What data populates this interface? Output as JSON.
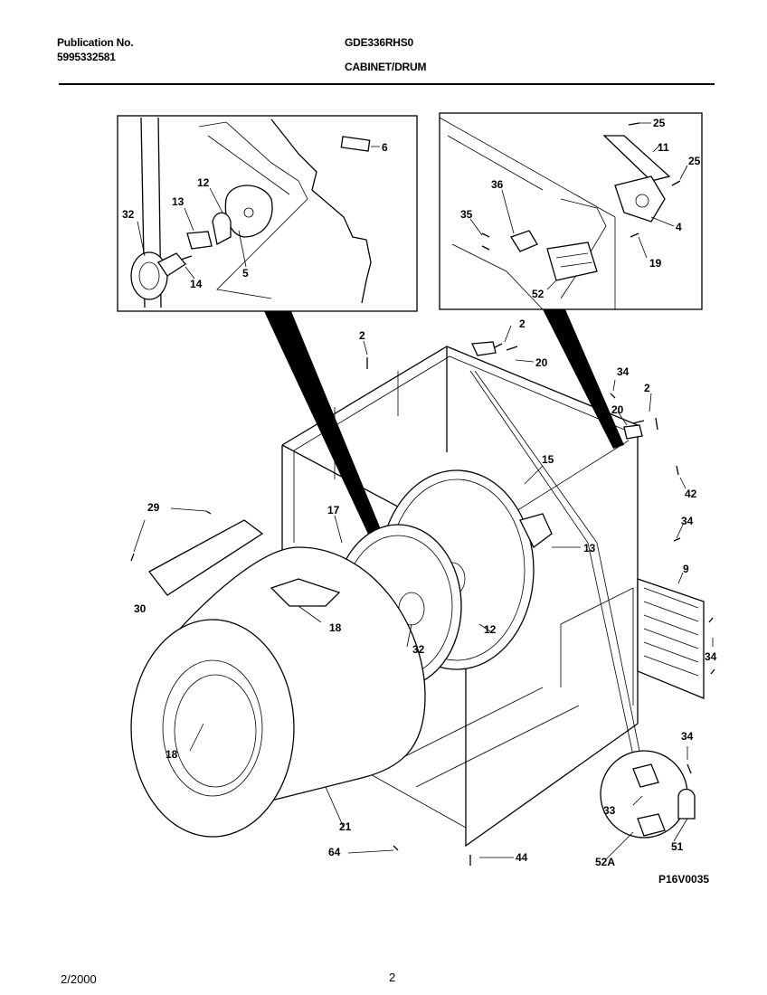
{
  "header": {
    "publication_label": "Publication No.",
    "publication_number": "5995332581",
    "model": "GDE336RHS0",
    "section": "CABINET/DRUM"
  },
  "footer": {
    "date": "2/2000",
    "page": "2"
  },
  "diagram": {
    "figure_code": "P16V0035",
    "inset_left_labels": [
      "6",
      "12",
      "13",
      "32",
      "5",
      "14"
    ],
    "inset_right_labels": [
      "25",
      "11",
      "25",
      "36",
      "35",
      "4",
      "19",
      "52"
    ],
    "main_labels": [
      "2",
      "2",
      "20",
      "34",
      "2",
      "20",
      "15",
      "42",
      "29",
      "17",
      "34",
      "13",
      "9",
      "30",
      "18",
      "12",
      "32",
      "34",
      "18",
      "34",
      "33",
      "21",
      "51",
      "64",
      "44",
      "52A"
    ]
  }
}
